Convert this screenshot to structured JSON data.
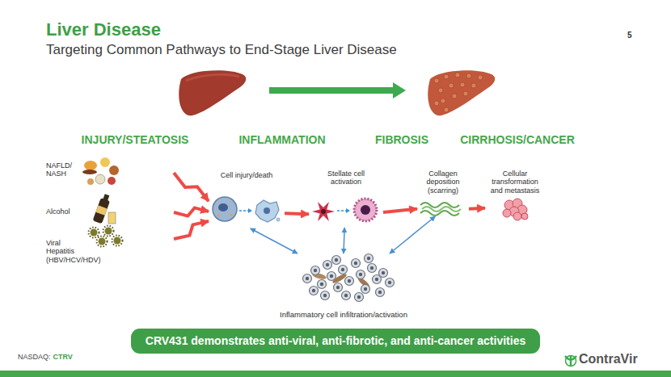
{
  "diagram": {
    "title": "Liver Disease",
    "nodes": [
      {
        "text": [
          "NAFLD/ NASH"
        ]
      },
      {
        "text": [
          "Alcohol"
        ]
      },
      {
        "text": [
          "Viral Hepatitis (HBV/HCV/HDV)"
        ]
      },
      {
        "text": [
          "Cell injury/death"
        ]
      },
      {
        "text": [
          "Stellate cell activation"
        ]
      },
      {
        "text": [
          "Collagen deposition (scarring)"
        ]
      },
      {
        "text": [
          "Cellular transformation and metastasis"
        ]
      },
      {
        "text": [
          "Inflammatory cell infiltration/activation"
        ]
      },
      {
        "text": [
          "CRV431 demonstrates anti-viral, anti-fibrotic, and anti-cancer activities"
        ]
      }
    ],
    "edges": [
      {
        "from": 0,
        "to": 3,
        "arrow": "to"
      },
      {
        "from": 1,
        "to": 3,
        "arrow": "to"
      },
      {
        "from": 2,
        "to": 3,
        "arrow": "to"
      },
      {
        "from": 3,
        "to": 4,
        "arrow": "to"
      },
      {
        "from": 4,
        "to": 5,
        "arrow": "to"
      },
      {
        "from": 5,
        "to": 6,
        "arrow": "to"
      },
      {
        "from": 7,
        "to": 3,
        "arrow": "both"
      },
      {
        "from": 7,
        "to": 4,
        "arrow": "both"
      },
      {
        "from": 7,
        "to": 5,
        "arrow": "both"
      }
    ],
    "labels": [
      "Targeting Common Pathways to End-Stage Liver Disease",
      "5",
      "INJURY/STEATOSIS",
      "INFLAMMATION",
      "FIBROSIS",
      "CIRRHOSIS/CANCER",
      "NASDAQ:",
      "CTRV",
      "ContraVir"
    ]
  }
}
